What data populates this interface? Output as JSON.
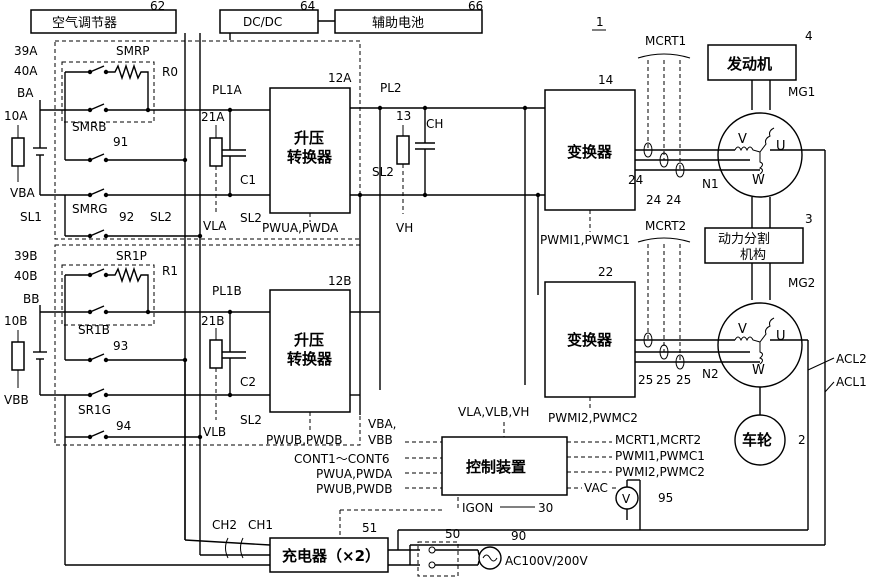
{
  "title_ref": "1",
  "top": {
    "aircon": {
      "label": "空气调节器",
      "ref": "62"
    },
    "dcdc": {
      "label": "DC/DC",
      "ref": "64"
    },
    "aux_batt": {
      "label": "辅助电池",
      "ref": "66"
    }
  },
  "group_a": {
    "frame_ref": "39A",
    "relay_frame_ref": "40A",
    "smrp": "SMRP",
    "r0": "R0",
    "smrb": "SMRB",
    "relay91": "91",
    "smrg": "SMRG",
    "relay92": "92",
    "battery": "BA",
    "sensor_ref": "10A",
    "volt": "VBA",
    "sl1": "SL1",
    "sl2": "SL2",
    "pl1": "PL1A",
    "cap_sensor_ref": "21A",
    "cap": "C1",
    "vl": "VLA",
    "sl2b": "SL2",
    "converter": {
      "line1": "升压",
      "line2": "转换器",
      "ref": "12A"
    },
    "pwm": "PWUA,PWDA"
  },
  "group_b": {
    "frame_ref": "39B",
    "relay_frame_ref": "40B",
    "sr1p": "SR1P",
    "r1": "R1",
    "sr1b": "SR1B",
    "relay93": "93",
    "sr1g": "SR1G",
    "relay94": "94",
    "battery": "BB",
    "sensor_ref": "10B",
    "volt": "VBB",
    "pl1": "PL1B",
    "cap_sensor_ref": "21B",
    "cap": "C2",
    "vl": "VLB",
    "sl2b": "SL2",
    "converter": {
      "line1": "升压",
      "line2": "转换器",
      "ref": "12B"
    },
    "pwm": "PWUB,PWDB"
  },
  "mid": {
    "pl2": "PL2",
    "ch": "CH",
    "ch_ref": "13",
    "sl2": "SL2",
    "vh": "VH"
  },
  "inverter1": {
    "label": "变换器",
    "ref": "14",
    "pwm": "PWMI1,PWMC1",
    "mcrt": "MCRT1",
    "cs1": "24",
    "cs2": "24",
    "cs3": "24"
  },
  "inverter2": {
    "label": "变换器",
    "ref": "22",
    "pwm": "PWMI2,PWMC2",
    "mcrt": "MCRT2",
    "cs1": "25",
    "cs2": "25",
    "cs3": "25"
  },
  "engine": {
    "label": "发动机",
    "ref": "4"
  },
  "mg1": {
    "label": "MG1",
    "v": "V",
    "u": "U",
    "w": "W",
    "n": "N1"
  },
  "power_split": {
    "line1": "动力分割",
    "line2": "机构",
    "ref": "3"
  },
  "mg2": {
    "label": "MG2",
    "v": "V",
    "u": "U",
    "w": "W",
    "n": "N2"
  },
  "wheel": {
    "label": "车轮",
    "ref": "2"
  },
  "acl2": "ACL2",
  "acl1": "ACL1",
  "controller": {
    "label": "控制装置",
    "ref": "30",
    "in_top": "VLA,VLB,VH",
    "in_left1": "VBA,",
    "in_left2": "VBB",
    "out_left": [
      "CONT1～CONT6",
      "PWUA,PWDA",
      "PWUB,PWDB"
    ],
    "in_right1": "MCRT1,MCRT2",
    "out_right": [
      "PWMI1,PWMC1",
      "PWMI2,PWMC2"
    ],
    "vac": "VAC",
    "igon": "IGON"
  },
  "voltmeter": {
    "symbol": "V",
    "ref": "95"
  },
  "charger": {
    "label": "充电器（×2）",
    "ref": "51",
    "ch1": "CH1",
    "ch2": "CH2"
  },
  "plug": {
    "ref": "50"
  },
  "ac_source": {
    "label": "AC100V/200V",
    "ref": "90"
  }
}
